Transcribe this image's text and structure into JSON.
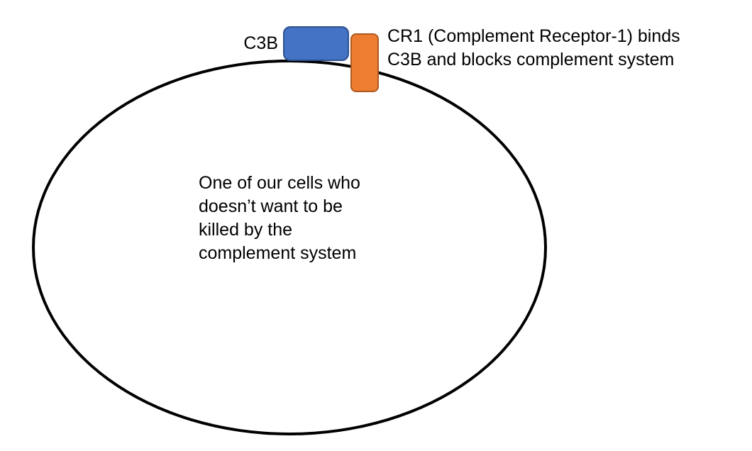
{
  "diagram": {
    "c3b_label": "C3B",
    "cr1_caption": {
      "line1": "CR1 (Complement Receptor-1) binds",
      "line2": "C3B and blocks complement system"
    },
    "cell_text": {
      "line1": "One of our cells who",
      "line2": "doesn’t want to be",
      "line3": "killed by the",
      "line4": "complement system"
    },
    "colors": {
      "c3b_fill": "#4472C4",
      "c3b_border": "#2F528F",
      "cr1_fill": "#ED7D31",
      "cr1_border": "#AE5A21",
      "cell_stroke": "#000000",
      "background": "#FFFFFF"
    },
    "shapes": {
      "cell": "ellipse",
      "c3b_molecule": "rounded-rectangle-horizontal",
      "cr1_receptor": "rounded-rectangle-vertical"
    }
  }
}
